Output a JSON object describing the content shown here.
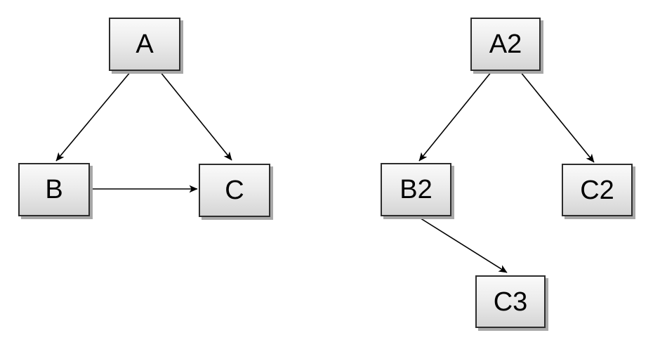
{
  "page": {
    "background_color": "#ffffff",
    "edge_color": "#000000",
    "node_border_color": "#2d2d2d",
    "node_fill_top": "#fafafa",
    "node_fill_bottom": "#d5d5d5",
    "node_shadow_color": "#a8a8a8",
    "text_color": "#000000"
  },
  "diagrams": [
    {
      "name": "left-graph",
      "nodes": [
        {
          "id": "A",
          "label": "A"
        },
        {
          "id": "B",
          "label": "B"
        },
        {
          "id": "C",
          "label": "C"
        }
      ],
      "edges": [
        {
          "from": "A",
          "to": "B"
        },
        {
          "from": "A",
          "to": "C"
        },
        {
          "from": "B",
          "to": "C"
        }
      ]
    },
    {
      "name": "right-graph",
      "nodes": [
        {
          "id": "A2",
          "label": "A2"
        },
        {
          "id": "B2",
          "label": "B2"
        },
        {
          "id": "C2",
          "label": "C2"
        },
        {
          "id": "C3",
          "label": "C3"
        }
      ],
      "edges": [
        {
          "from": "A2",
          "to": "B2"
        },
        {
          "from": "A2",
          "to": "C2"
        },
        {
          "from": "B2",
          "to": "C3"
        }
      ]
    }
  ]
}
